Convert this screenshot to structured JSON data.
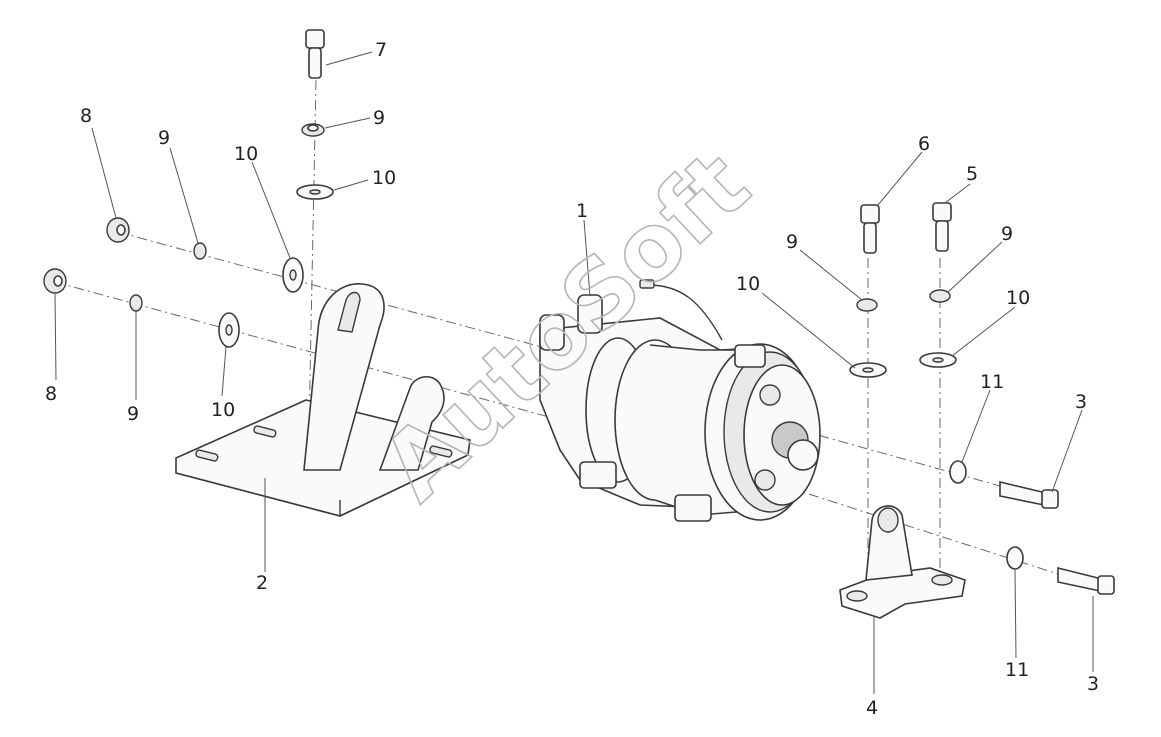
{
  "diagram": {
    "watermark": "AutoSoft",
    "callouts": [
      {
        "id": "c1",
        "text": "1"
      },
      {
        "id": "c2",
        "text": "2"
      },
      {
        "id": "c3a",
        "text": "3"
      },
      {
        "id": "c3b",
        "text": "3"
      },
      {
        "id": "c4",
        "text": "4"
      },
      {
        "id": "c5",
        "text": "5"
      },
      {
        "id": "c6",
        "text": "6"
      },
      {
        "id": "c7",
        "text": "7"
      },
      {
        "id": "c8a",
        "text": "8"
      },
      {
        "id": "c8b",
        "text": "8"
      },
      {
        "id": "c9a",
        "text": "9"
      },
      {
        "id": "c9b",
        "text": "9"
      },
      {
        "id": "c9c",
        "text": "9"
      },
      {
        "id": "c9d",
        "text": "9"
      },
      {
        "id": "c9e",
        "text": "9"
      },
      {
        "id": "c10a",
        "text": "10"
      },
      {
        "id": "c10b",
        "text": "10"
      },
      {
        "id": "c10c",
        "text": "10"
      },
      {
        "id": "c10d",
        "text": "10"
      },
      {
        "id": "c10e",
        "text": "10"
      },
      {
        "id": "c11a",
        "text": "11"
      },
      {
        "id": "c11b",
        "text": "11"
      }
    ]
  }
}
